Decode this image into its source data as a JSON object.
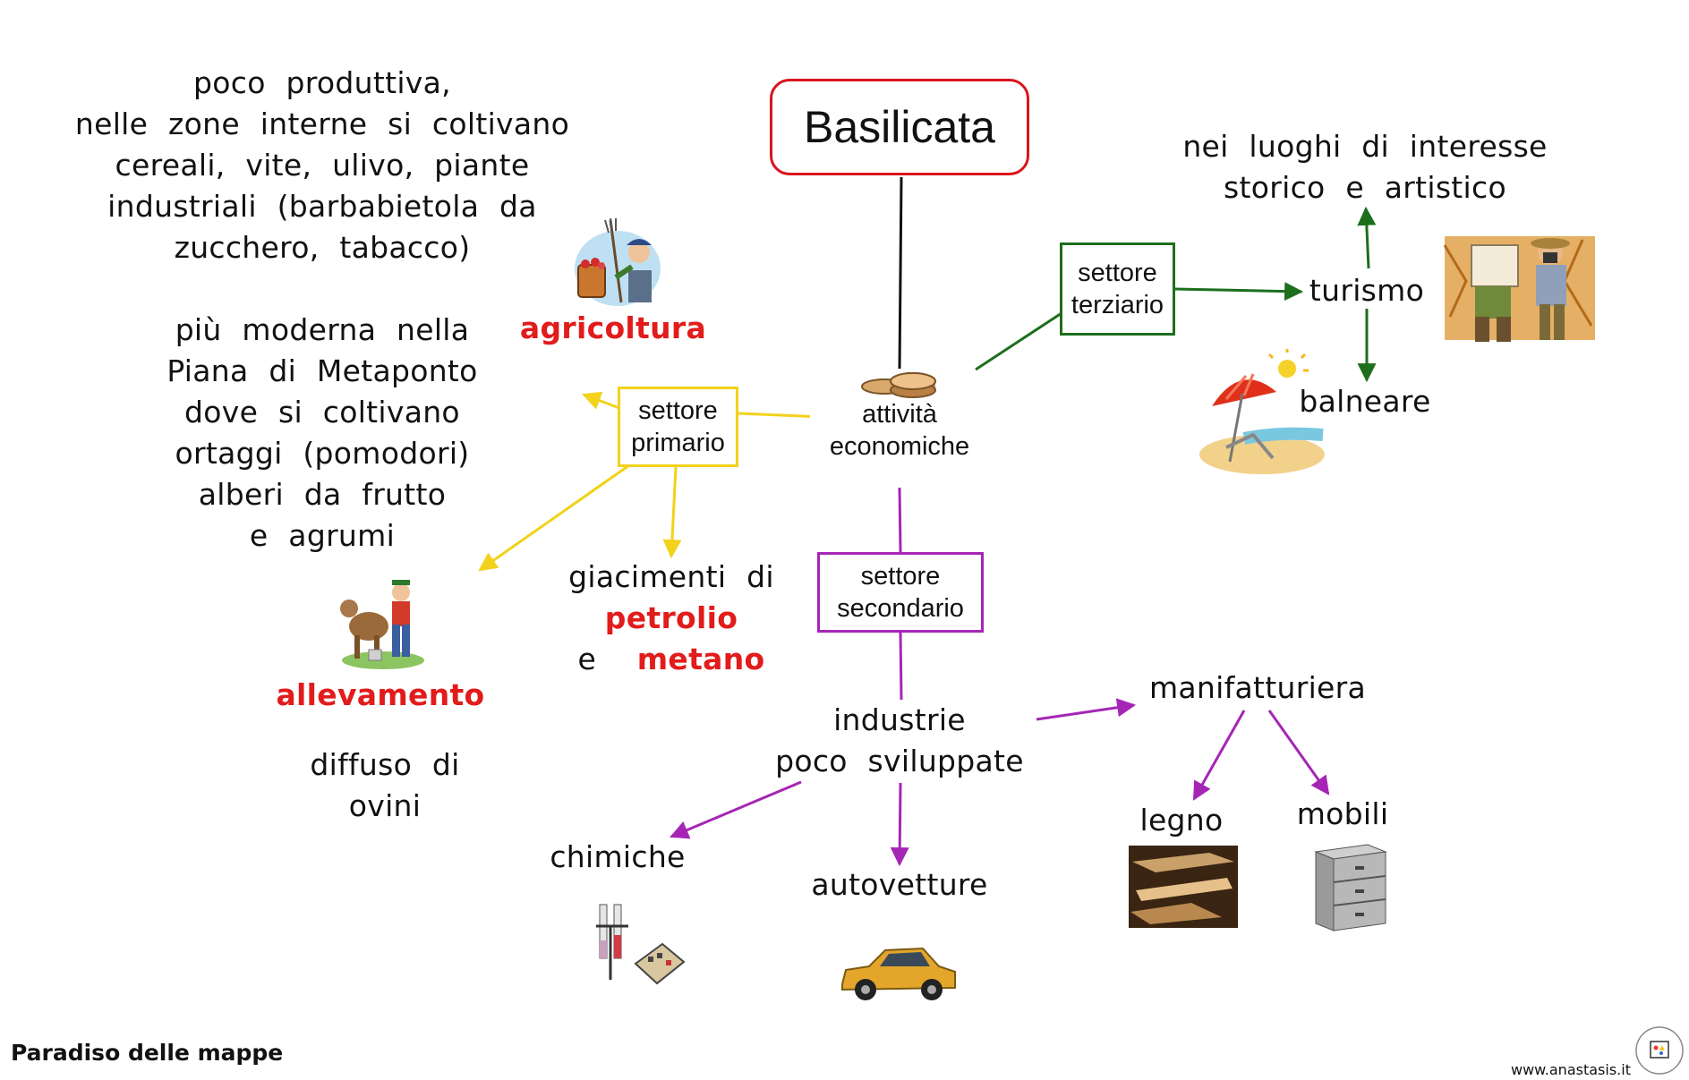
{
  "title": "Basilicata",
  "center": {
    "line1": "attività",
    "line2": "economiche"
  },
  "primario": {
    "box": {
      "line1": "settore",
      "line2": "primario"
    },
    "agricoltura": {
      "label": "agricoltura",
      "desc1": [
        "poco  produttiva,",
        "nelle  zone  interne  si  coltivano",
        "cereali,  vite,  ulivo,  piante",
        "industriali   (barbabietola  da",
        "zucchero,  tabacco)"
      ],
      "desc2": [
        "più  moderna  nella",
        "Piana  di  Metaponto",
        "dove  si  coltivano",
        "ortaggi   (pomodori)",
        "alberi  da  frutto",
        "e  agrumi"
      ]
    },
    "allevamento": {
      "label": "allevamento",
      "desc": [
        "diffuso  di",
        "ovini"
      ]
    },
    "giacimenti": {
      "line1": "giacimenti  di",
      "petrolio": "petrolio",
      "e": "e",
      "metano": "metano"
    }
  },
  "secondario": {
    "box": {
      "line1": "settore",
      "line2": "secondario"
    },
    "industrie": {
      "line1": "industrie",
      "line2": "poco   sviluppate"
    },
    "chimiche": "chimiche",
    "autovetture": "autovetture",
    "manifatturiera": "manifatturiera",
    "legno": "legno",
    "mobili": "mobili"
  },
  "terziario": {
    "box": {
      "line1": "settore",
      "line2": "terziario"
    },
    "turismo": "turismo",
    "interesse": {
      "line1": "nei  luoghi  di  interesse",
      "line2": "storico  e  artistico"
    },
    "balneare": "balneare"
  },
  "footer": {
    "left": "Paradiso delle mappe",
    "right": "www.anastasis.it"
  },
  "colors": {
    "title_border": "#d9141b",
    "primario": "#f2d21b",
    "secondario": "#a526b5",
    "terziario": "#1d6e1d",
    "highlight": "#e21b1b"
  }
}
